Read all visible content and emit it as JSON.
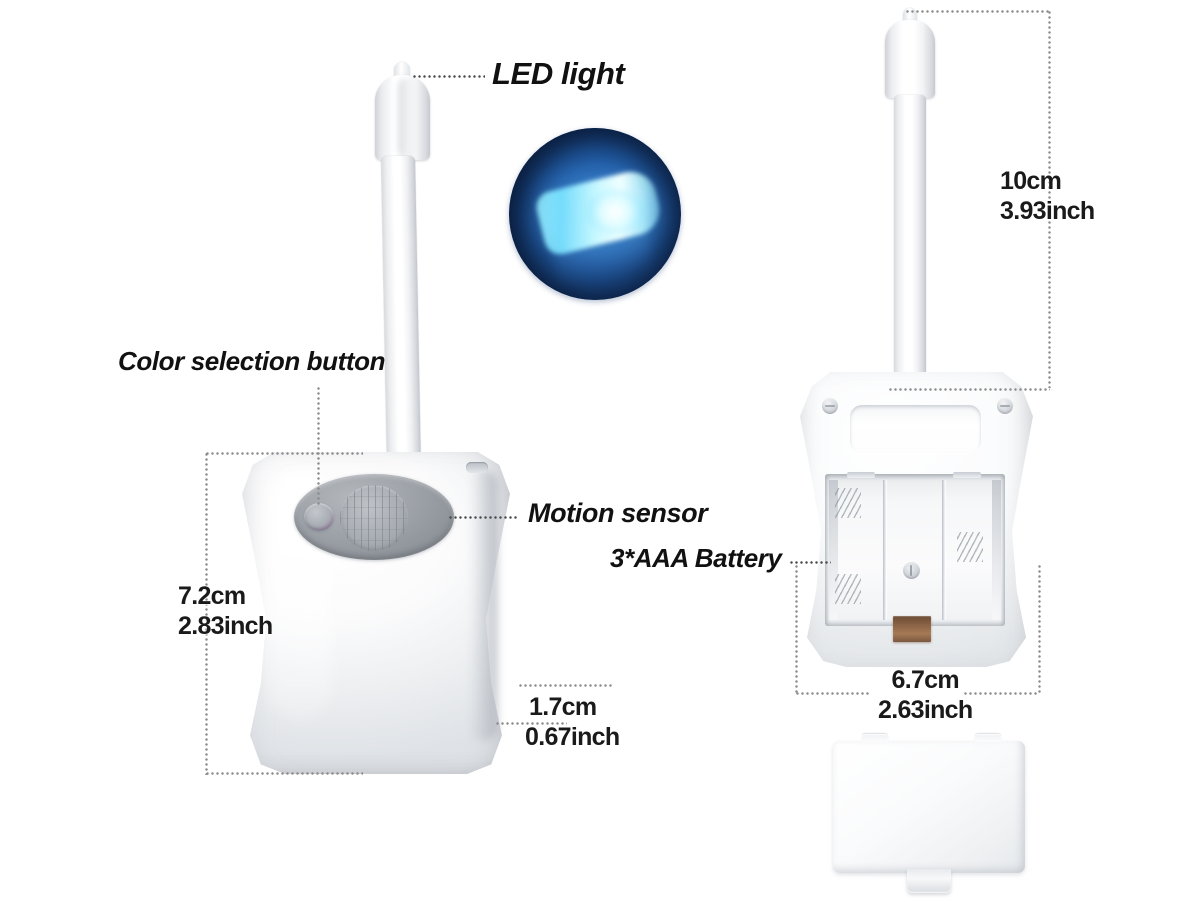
{
  "diagram": {
    "title": "Motion Sensor Toilet Night Light — Dimension Diagram",
    "background_color": "#ffffff",
    "callout_text_color": "#111111",
    "dimension_line_color": "#8b8b8b",
    "led_glow_color": "#78e1ff",
    "led_inset_color": "#235ea8",
    "battery_contact_color": "#8b6345",
    "sensor_panel_color": "#9ea3a9"
  },
  "callouts": {
    "led_light": "LED light",
    "color_selection_button": "Color selection button",
    "motion_sensor": "Motion sensor",
    "battery": "3*AAA Battery"
  },
  "dimensions": {
    "front_height": {
      "cm": "7.2cm",
      "inch": "2.83inch"
    },
    "front_depth": {
      "cm": "1.7cm",
      "inch": "0.67inch"
    },
    "arm_height": {
      "cm": "10cm",
      "inch": "3.93inch"
    },
    "back_width": {
      "cm": "6.7cm",
      "inch": "2.63inch"
    }
  },
  "parts": {
    "led_head": "led-head",
    "flexible_arm": "flexible-arm",
    "front_body": "front-body",
    "sensor_panel": "sensor-panel",
    "sensor_lens": "motion-sensor-lens",
    "color_button": "color-selection-button",
    "back_body": "back-body",
    "label_recess": "label-recess",
    "battery_bay": "battery-compartment",
    "battery_cover": "battery-cover",
    "contact_tab": "battery-contact-tab",
    "led_inset": "led-glow-inset"
  }
}
